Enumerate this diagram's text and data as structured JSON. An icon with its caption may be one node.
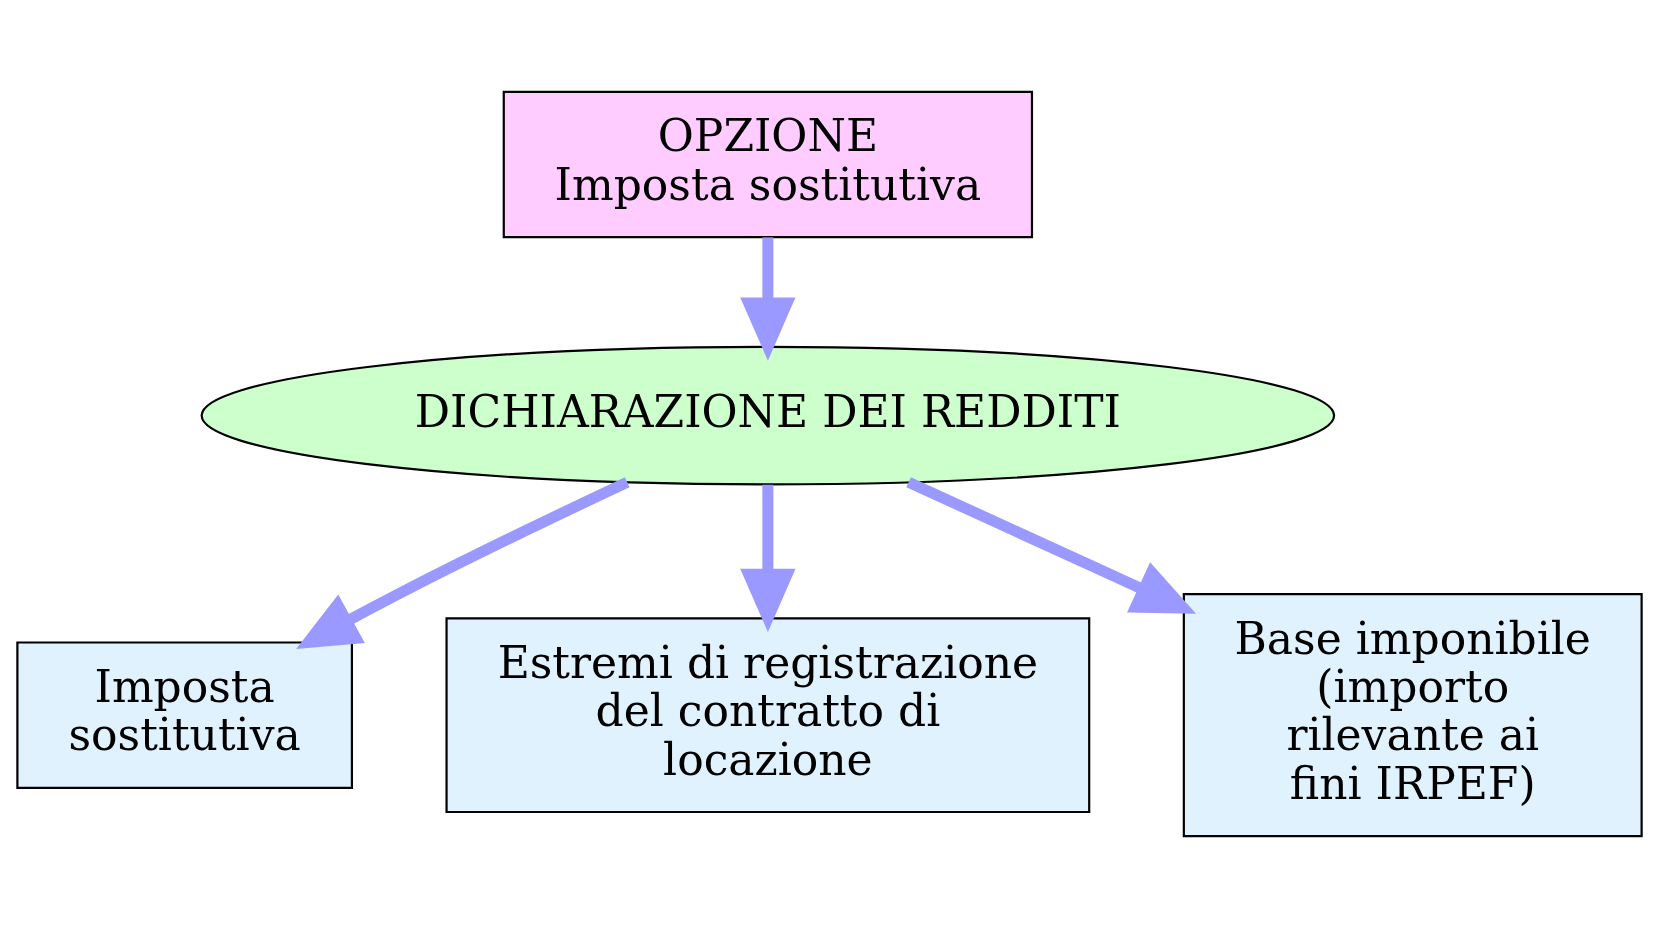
{
  "diagram": {
    "nodes": [
      {
        "text": [
          "OPZIONE",
          "Imposta sostitutiva"
        ]
      },
      {
        "text": [
          "DICHIARAZIONE DEI REDDITI"
        ]
      },
      {
        "text": [
          "Imposta sostitutiva"
        ]
      },
      {
        "text": [
          "Estremi di registrazione del contratto di locazione"
        ]
      },
      {
        "text": [
          "Base imponibile (importo rilevante ai fini IRPEF)"
        ]
      }
    ],
    "edges": [
      {
        "from": 0,
        "to": 1,
        "arrow": "to"
      },
      {
        "from": 1,
        "to": 2,
        "arrow": "to"
      },
      {
        "from": 1,
        "to": 3,
        "arrow": "to"
      },
      {
        "from": 1,
        "to": 4,
        "arrow": "to"
      }
    ]
  }
}
